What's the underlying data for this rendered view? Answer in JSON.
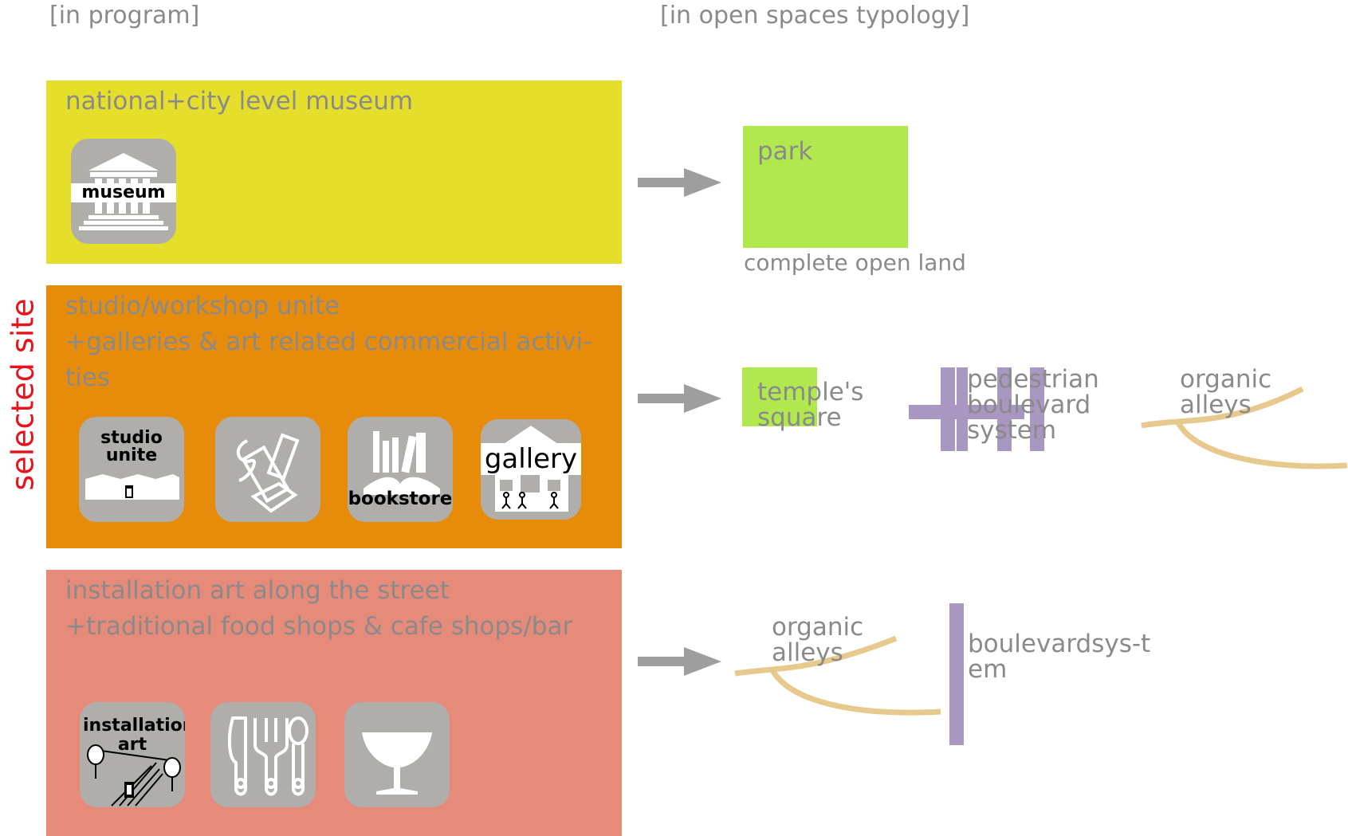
{
  "headers": {
    "program": "[in program]",
    "typology": "[in open spaces typology]"
  },
  "side_label": "selected site",
  "bands": [
    {
      "title": "national+city level museum",
      "color": "#e5de2b",
      "icons": [
        {
          "name": "museum-icon",
          "label": "museum"
        }
      ]
    },
    {
      "title": "studio/workshop unite\n+galleries & art related commercial activi-\nties",
      "color": "#e68c0a",
      "icons": [
        {
          "name": "studio-unite-icon",
          "label": "studio unite"
        },
        {
          "name": "art-supplies-icon",
          "label": ""
        },
        {
          "name": "bookstore-icon",
          "label": "bookstore"
        },
        {
          "name": "gallery-icon",
          "label": "gallery"
        }
      ]
    },
    {
      "title": "installation art along the street\n+traditional food shops & cafe shops/bar",
      "color": "#e68a7a",
      "icons": [
        {
          "name": "installation-art-icon",
          "label": "installation art"
        },
        {
          "name": "cutlery-icon",
          "label": ""
        },
        {
          "name": "cocktail-glass-icon",
          "label": ""
        }
      ]
    }
  ],
  "typologies": {
    "park": {
      "label": "park",
      "caption": "complete open land",
      "color": "#b1e84e"
    },
    "temple_square": {
      "label": "temple's square",
      "color": "#b1e84e"
    },
    "pedestrian_boulevard": {
      "label": "pedestrian boulevard system",
      "color": "#a897c0"
    },
    "organic_alleys_1": {
      "label": "organic alleys",
      "color": "#e8c98d"
    },
    "organic_alleys_2": {
      "label": "organic alleys",
      "color": "#e8c98d"
    },
    "boulevard_system": {
      "label": "boulevardsys-tem",
      "color": "#a897c0"
    }
  },
  "colors": {
    "arrow": "#9e9e9e",
    "icon_tile": "#b0aeab",
    "side_label": "#e8131a"
  }
}
